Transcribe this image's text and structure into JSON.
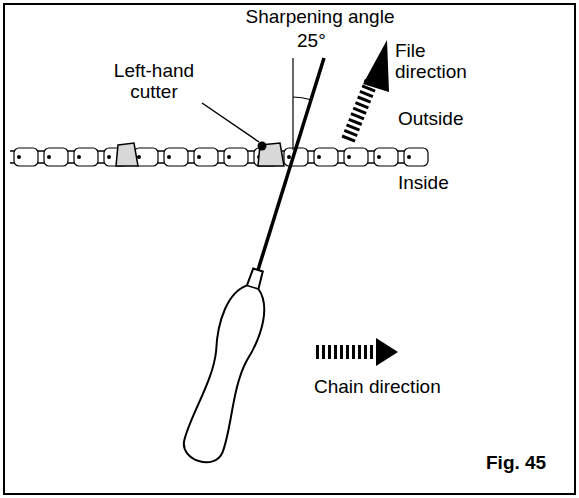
{
  "diagram": {
    "labels": [
      "Sharpening angle",
      "25°",
      "Left-hand cutter",
      "File direction",
      "Outside",
      "Inside",
      "Chain direction",
      "Fig. 45"
    ]
  }
}
